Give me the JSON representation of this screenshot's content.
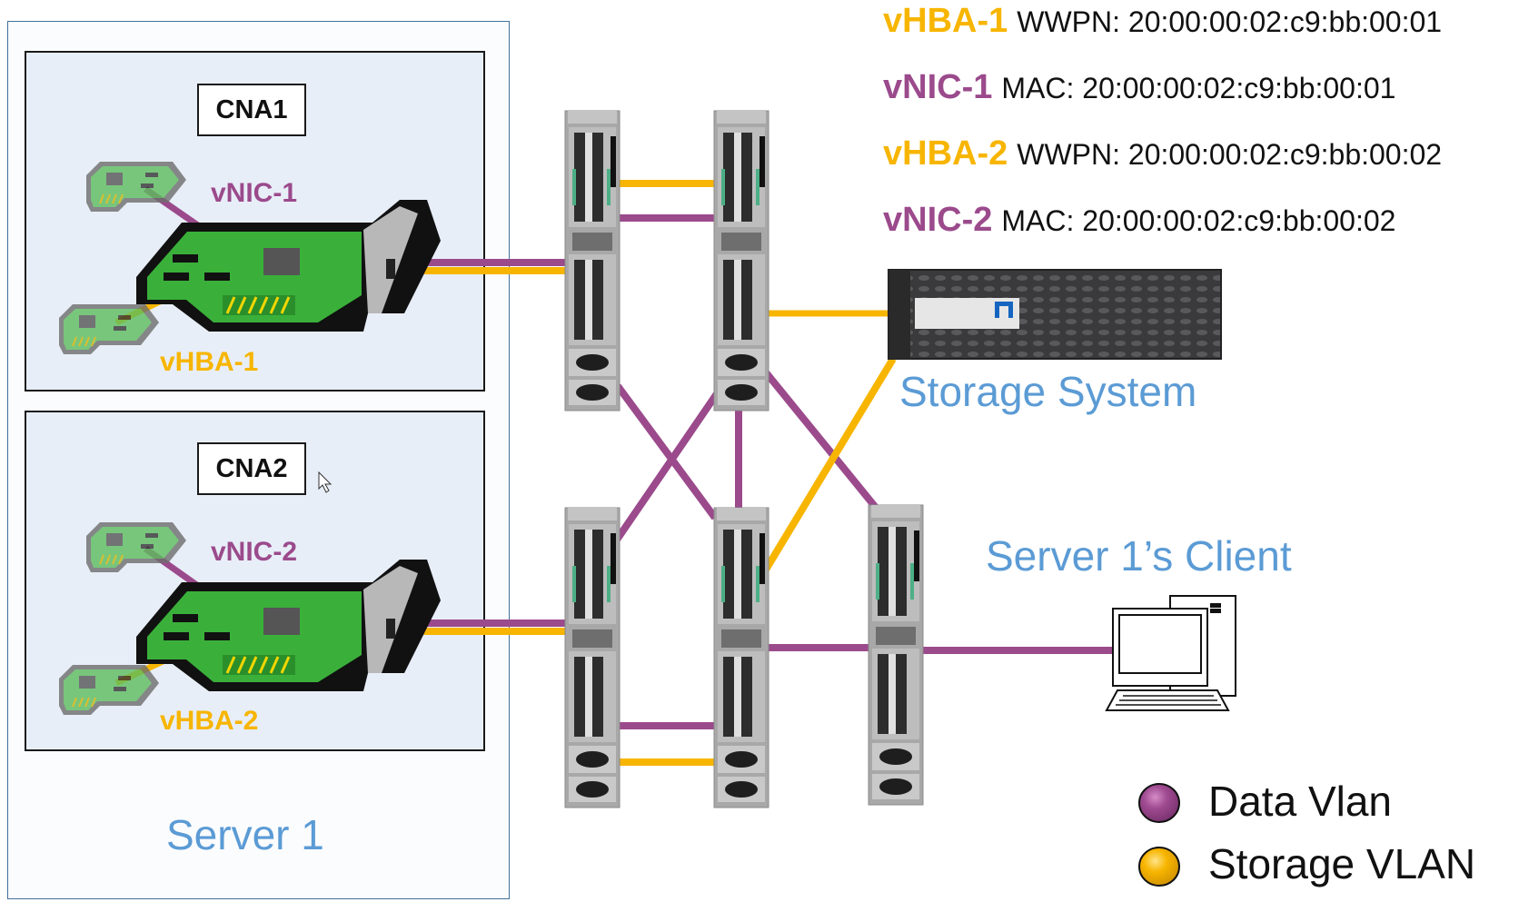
{
  "server": {
    "title": "Server 1"
  },
  "cnas": [
    {
      "label": "CNA1",
      "vnic": "vNIC-1",
      "vhba": "vHBA-1"
    },
    {
      "label": "CNA2",
      "vnic": "vNIC-2",
      "vhba": "vHBA-2"
    }
  ],
  "identifiers": [
    {
      "tag": "vHBA-1",
      "kind": "WWPN:",
      "value": "20:00:00:02:c9:bb:00:01",
      "color": "#f7b500"
    },
    {
      "tag": "vNIC-1",
      "kind": "MAC:",
      "value": "20:00:00:02:c9:bb:00:01",
      "color": "#9b4a8c"
    },
    {
      "tag": "vHBA-2",
      "kind": "WWPN:",
      "value": "20:00:00:02:c9:bb:00:02",
      "color": "#f7b500"
    },
    {
      "tag": "vNIC-2",
      "kind": "MAC:",
      "value": "20:00:00:02:c9:bb:00:02",
      "color": "#9b4a8c"
    }
  ],
  "storage": {
    "title": "Storage System",
    "brand": "NetApp"
  },
  "client": {
    "title": "Server 1’s Client"
  },
  "legend": [
    {
      "label": "Data Vlan",
      "color": "#9b4a8c"
    },
    {
      "label": "Storage VLAN",
      "color": "#f7b500"
    }
  ],
  "colors": {
    "data_vlan": "#9b4a8c",
    "storage_vlan": "#f7b500",
    "title_blue": "#5b9bd5"
  }
}
